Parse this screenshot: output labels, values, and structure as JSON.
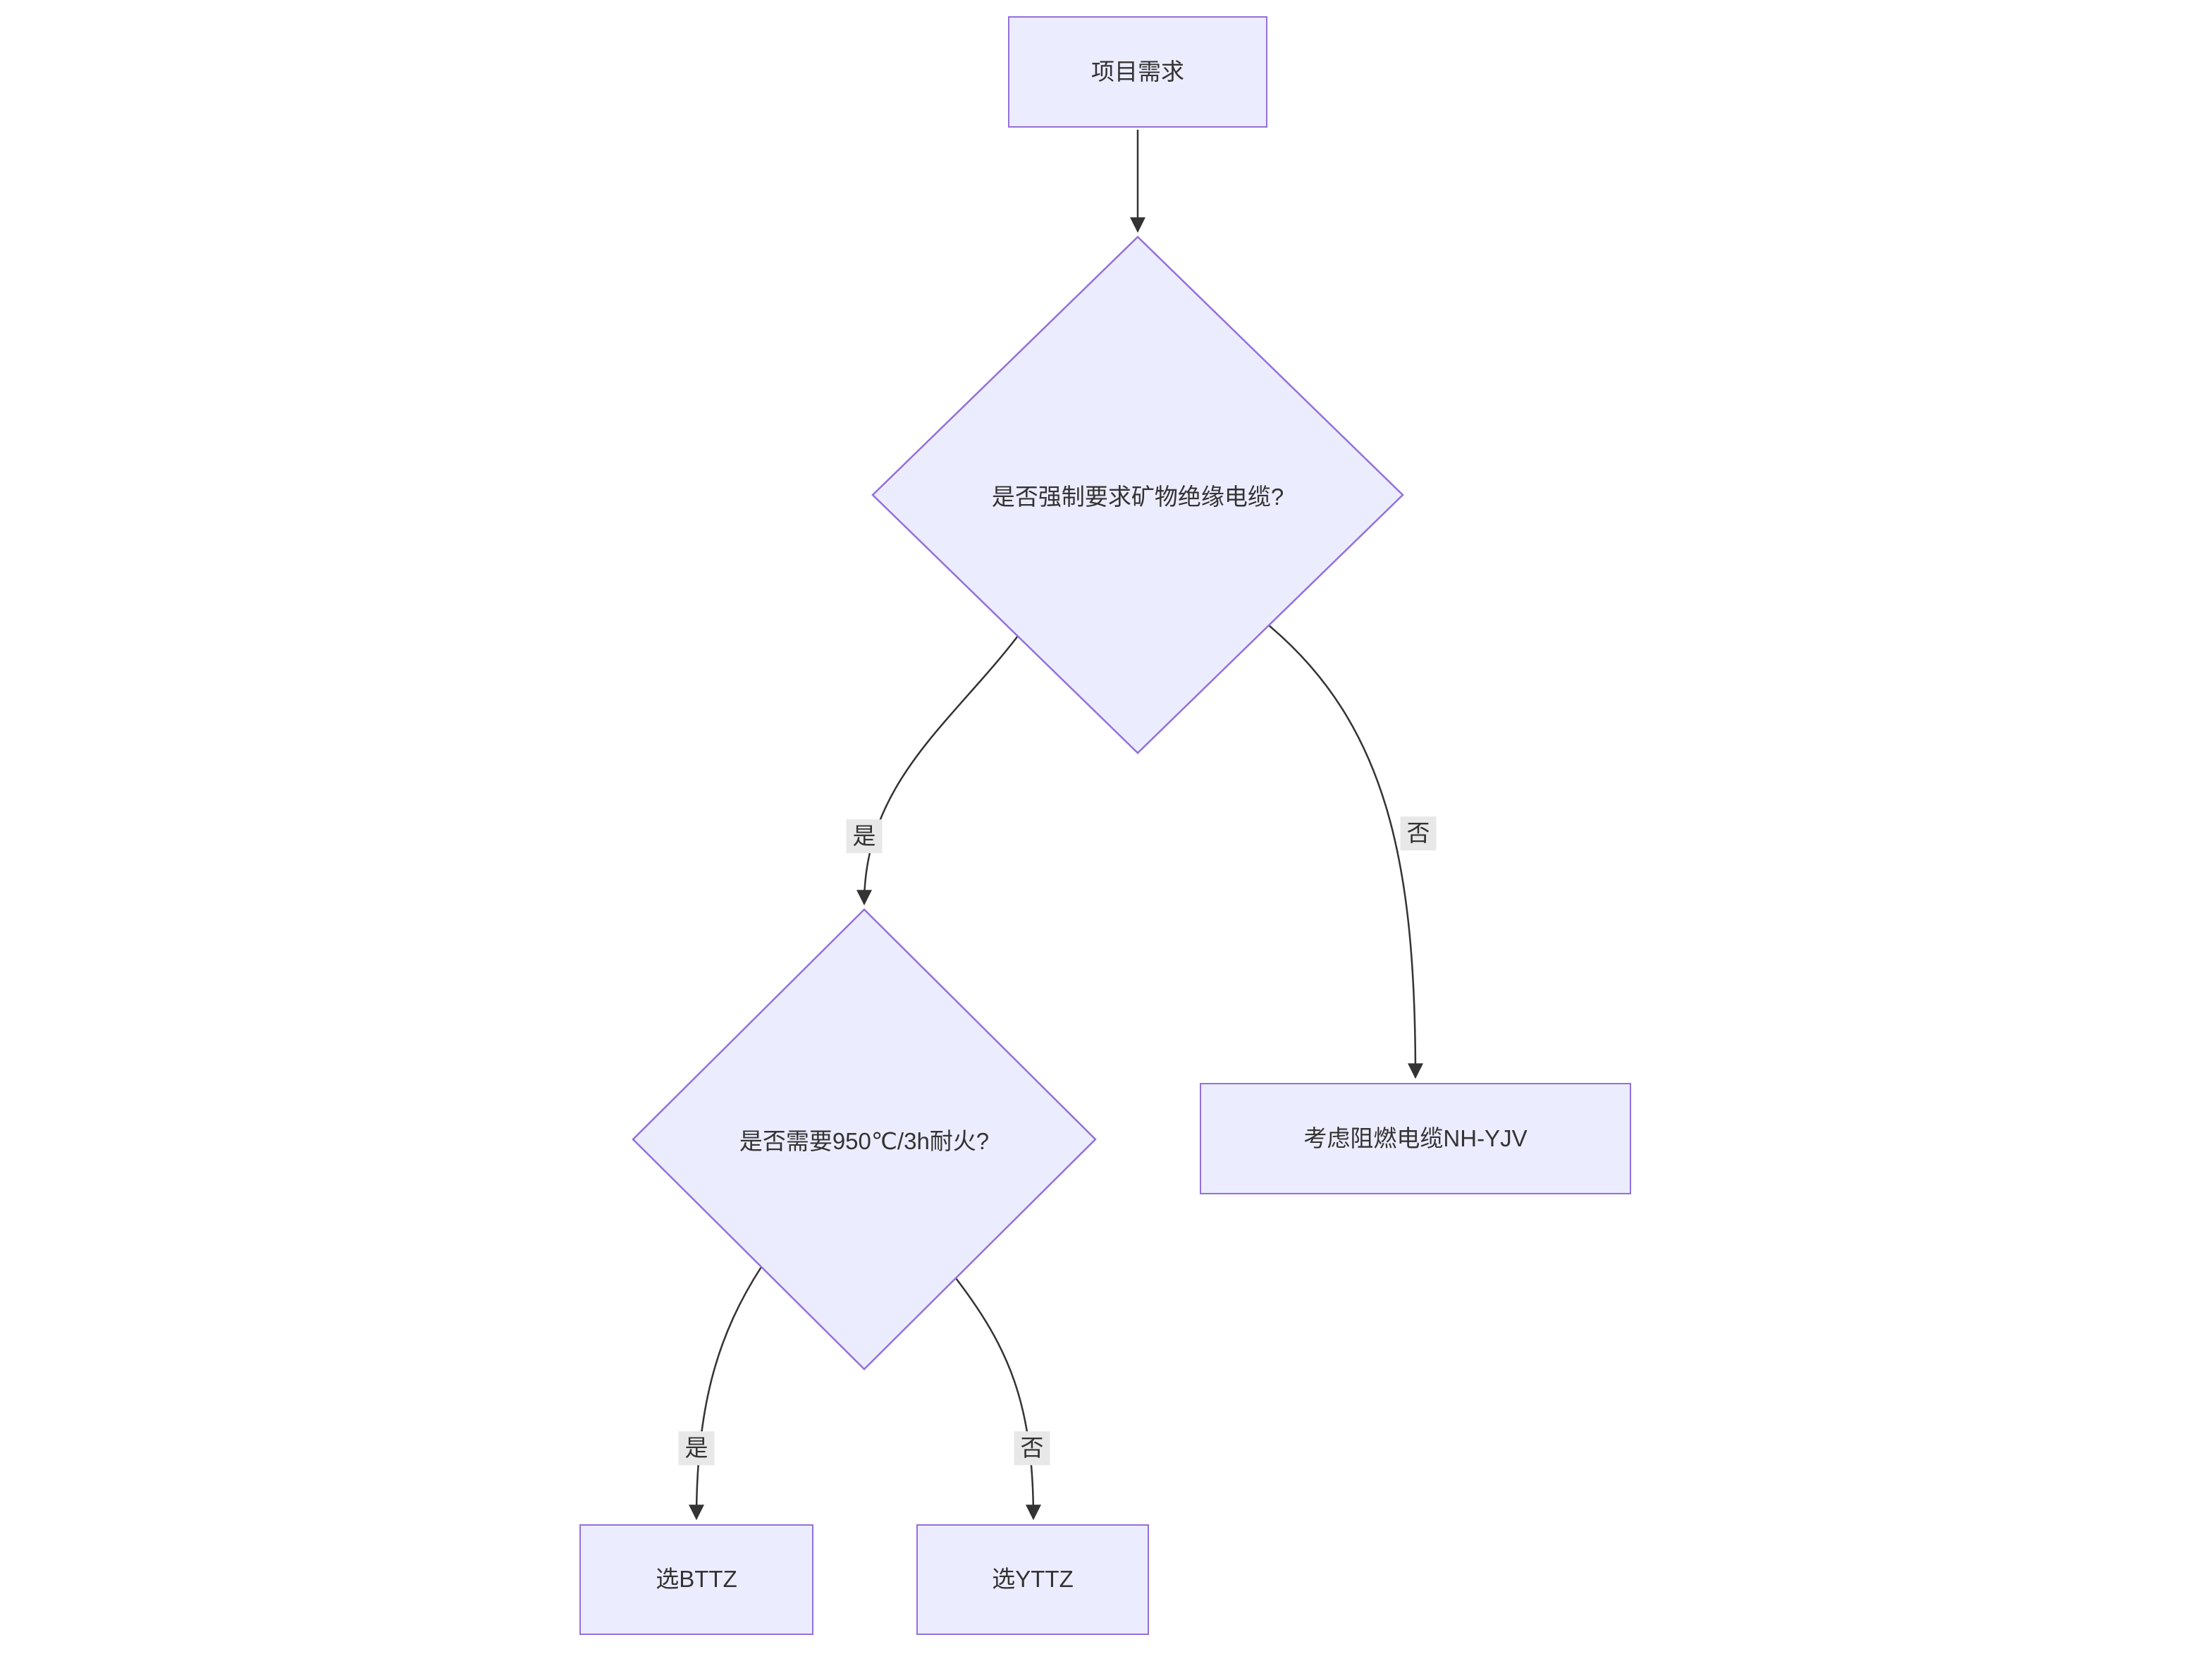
{
  "diagram": {
    "type": "flowchart",
    "nodes": {
      "start": {
        "label": "项目需求",
        "shape": "rect"
      },
      "decision1": {
        "label": "是否强制要求矿物绝缘电缆?",
        "shape": "diamond"
      },
      "decision2": {
        "label": "是否需要950℃/3h耐火?",
        "shape": "diamond"
      },
      "nhyjv": {
        "label": "考虑阻燃电缆NH-YJV",
        "shape": "rect"
      },
      "bttz": {
        "label": "选BTTZ",
        "shape": "rect"
      },
      "yttz": {
        "label": "选YTTZ",
        "shape": "rect"
      }
    },
    "edges": {
      "start_to_decision1": {
        "label": ""
      },
      "decision1_yes": {
        "label": "是"
      },
      "decision1_no": {
        "label": "否"
      },
      "decision2_yes": {
        "label": "是"
      },
      "decision2_no": {
        "label": "否"
      }
    },
    "colors": {
      "node_fill": "#ECECFF",
      "node_border": "#9370DB",
      "text": "#333333",
      "edge": "#333333",
      "edge_label_bg": "#e8e8e8"
    }
  }
}
